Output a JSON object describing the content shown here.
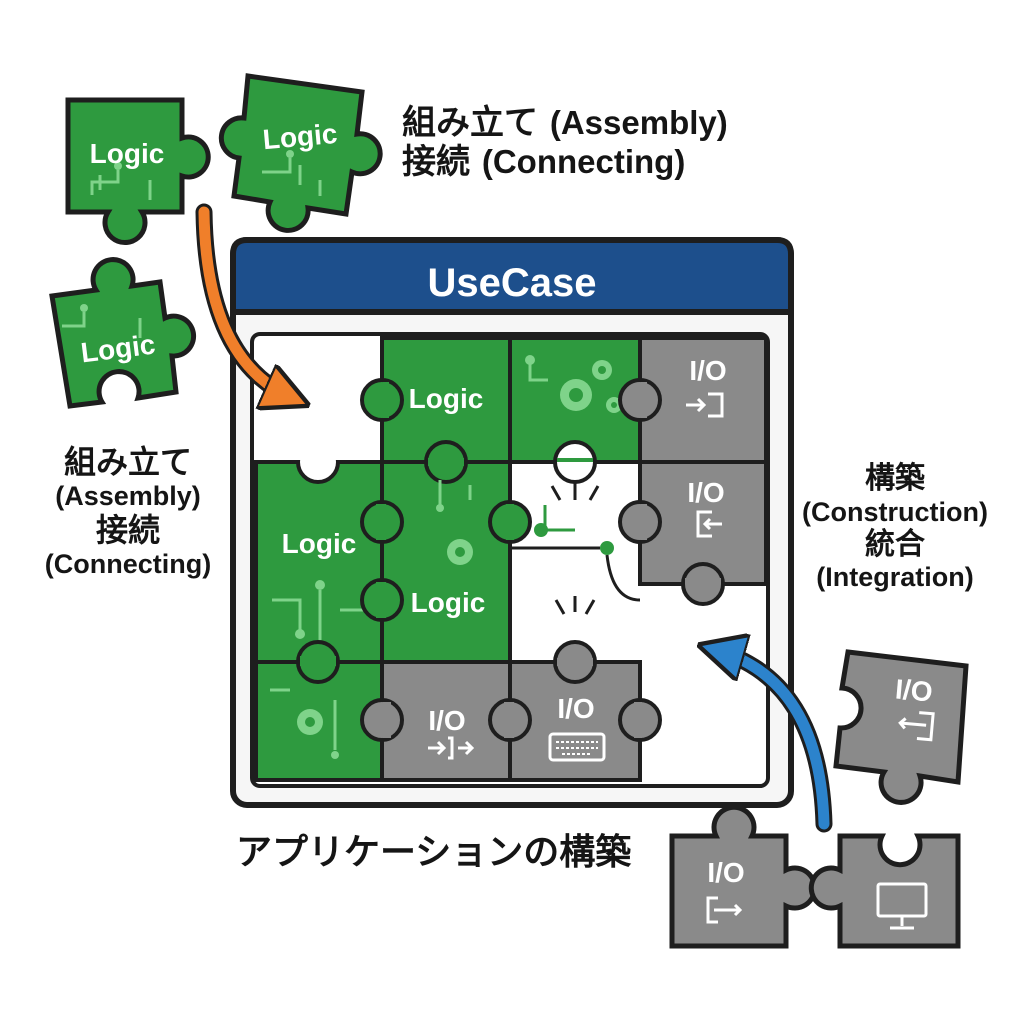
{
  "diagram": {
    "header_title": "UseCase",
    "top_caption": {
      "line1_jp": "組み立て",
      "line1_en": "(Assembly)",
      "line2_jp": "接続",
      "line2_en": "(Connecting)"
    },
    "left_caption": {
      "line1": "組み立て",
      "line2": "(Assembly)",
      "line3": "接続",
      "line4": "(Connecting)"
    },
    "right_caption": {
      "line1": "構築",
      "line2": "(Construction)",
      "line3": "統合",
      "line4": "(Integration)"
    },
    "bottom_caption": "アプリケーションの構築",
    "loose_pieces": {
      "logic_1": "Logic",
      "logic_2": "Logic",
      "logic_3": "Logic",
      "io_right": "I/O",
      "io_bottom_left": "I/O"
    },
    "grid_pieces": {
      "logic_top": "Logic",
      "logic_left": "Logic",
      "logic_center": "Logic",
      "io_top_right": "I/O",
      "io_mid_right": "I/O",
      "io_bottom": "I/O",
      "io_keyboard": "I/O"
    }
  },
  "colors": {
    "logic_green": "#2e9a3f",
    "circuit_green": "#7fd38a",
    "io_gray": "#8a8a8a",
    "header_blue": "#1d4f8c",
    "arrow_orange": "#f07f2a",
    "arrow_blue": "#2c83cc",
    "outline": "#1e1e1e"
  }
}
